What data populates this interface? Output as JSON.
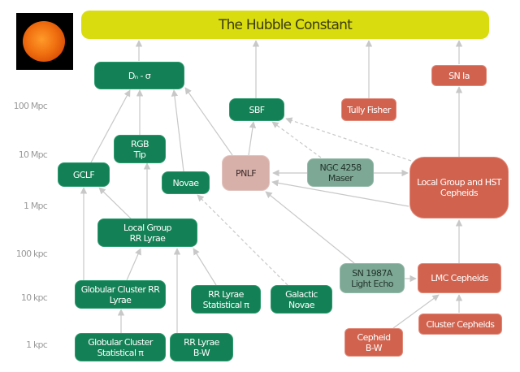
{
  "title": "The Hubble Constant",
  "image": {
    "icon": "sun-image"
  },
  "colors": {
    "green": "#138055",
    "red": "#d0624e",
    "sage": "#7ea896",
    "pink": "#d8b0aa",
    "title_bg": "#d9dc0f",
    "edge": "#c8c8c8"
  },
  "scale_labels": [
    "100 Mpc",
    "10 Mpc",
    "1 Mpc",
    "100 kpc",
    "10 kpc",
    "1 kpc"
  ],
  "nodes": {
    "dn_sigma": "Dₙ - σ",
    "sbf": "SBF",
    "tully_fisher": "Tully Fisher",
    "sn_ia": "SN Ia",
    "rgb_tip": "RGB\nTip",
    "gclf": "GCLF",
    "novae": "Novae",
    "pnlf": "PNLF",
    "ngc4258": "NGC 4258\nMaser",
    "local_group_hst": "Local Group and HST\nCepheids",
    "local_group_rr": "Local Group\nRR Lyrae",
    "sn1987a": "SN 1987A\nLight Echo",
    "lmc_cepheids": "LMC Cepheids",
    "gc_rr_lyrae": "Globular Cluster RR\nLyrae",
    "rr_lyrae_stat": "RR Lyrae\nStatistical π",
    "galactic_novae": "Galactic\nNovae",
    "cepheid_bw": "Cepheid\nB-W",
    "cluster_cepheids": "Cluster Cepheids",
    "gc_stat": "Globular Cluster\nStatistical π",
    "rr_lyrae_bw": "RR Lyrae\nB-W"
  }
}
